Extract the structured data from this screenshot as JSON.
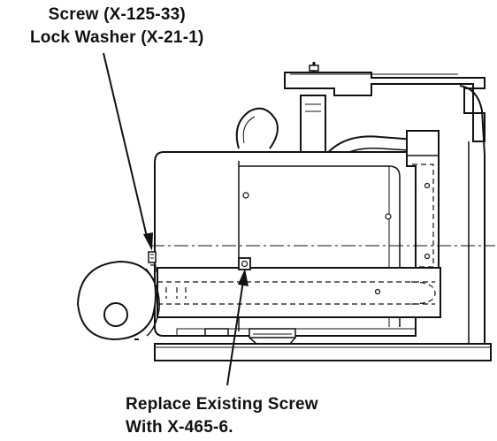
{
  "figure": {
    "top_callout": {
      "line1": "Screw (X-125-33)",
      "line2": "Lock Washer (X-21-1)"
    },
    "bottom_callout": {
      "line1": "Replace Existing Screw",
      "line2": "With X-465-6."
    },
    "colors": {
      "ink": "#111111",
      "background": "#ffffff"
    }
  }
}
